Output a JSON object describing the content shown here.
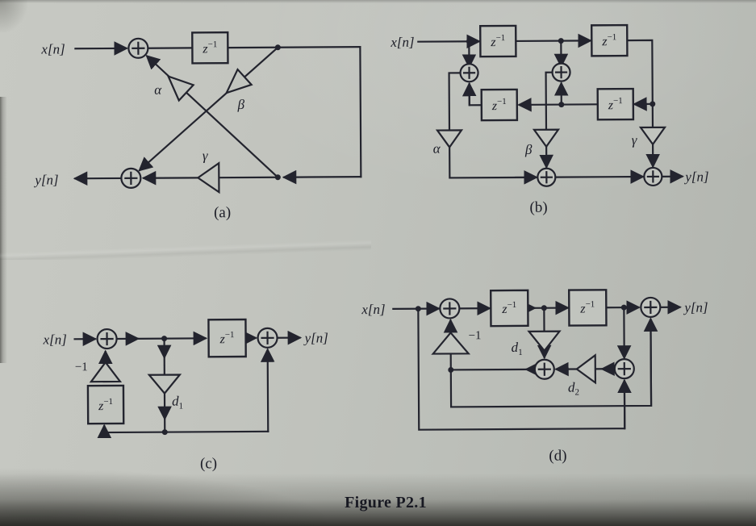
{
  "figure": {
    "caption": "Figure P2.1"
  },
  "symbols": {
    "xn": "x[n]",
    "yn": "y[n]",
    "z": "z",
    "sup_neg1": "−1",
    "d": "d",
    "sub1": "1",
    "sub2": "2",
    "neg1": "−1",
    "alpha": "α",
    "beta": "β",
    "gamma": "γ"
  },
  "diagrams": {
    "a": {
      "tag": "(a)"
    },
    "b": {
      "tag": "(b)"
    },
    "c": {
      "tag": "(c)"
    },
    "d": {
      "tag": "(d)"
    }
  }
}
